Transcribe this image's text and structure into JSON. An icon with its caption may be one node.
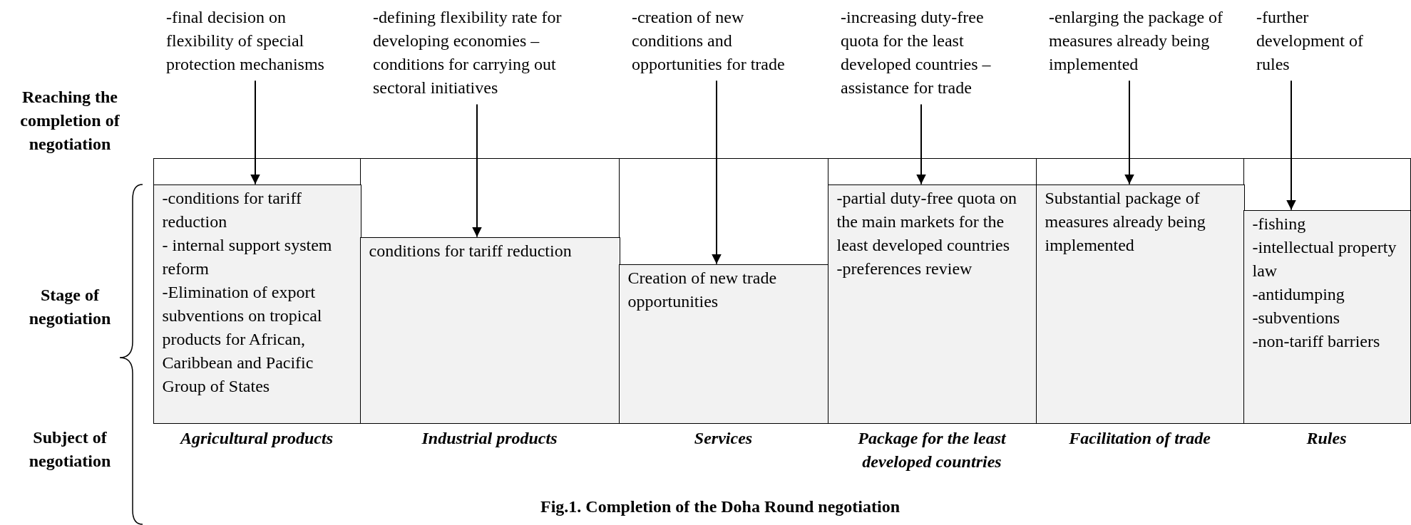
{
  "diagram": {
    "caption": "Fig.1. Completion of the Doha Round negotiation",
    "nodes": [
      {
        "text": [
          "-final decision on flexibility of special protection mechanisms"
        ]
      },
      {
        "text": [
          "-defining flexibility rate for developing economies – conditions for carrying out sectoral initiatives"
        ]
      },
      {
        "text": [
          "-creation of new conditions and opportunities for trade"
        ]
      },
      {
        "text": [
          "-increasing duty-free quota for the least developed countries – assistance for trade"
        ]
      },
      {
        "text": [
          "-enlarging the package of measures already being implemented"
        ]
      },
      {
        "text": [
          "-further development of rules"
        ]
      },
      {
        "text": [],
        "shape": "box",
        "beside": [
          "Agricultural products"
        ]
      },
      {
        "text": [
          "-conditions for tariff reduction",
          "- internal support system reform",
          "-Elimination of export subventions on tropical products for African, Caribbean and Pacific Group of States"
        ],
        "in": 6
      },
      {
        "text": [],
        "shape": "box",
        "beside": [
          "Industrial products"
        ]
      },
      {
        "text": [
          "conditions for tariff reduction"
        ],
        "in": 8
      },
      {
        "text": [],
        "shape": "box",
        "beside": [
          "Services"
        ]
      },
      {
        "text": [
          "Creation of new trade opportunities"
        ],
        "in": 10
      },
      {
        "text": [],
        "shape": "box",
        "beside": [
          "Package for the least developed countries"
        ]
      },
      {
        "text": [
          "-partial duty-free quota on the main markets for the least developed countries",
          "-preferences review"
        ],
        "in": 12
      },
      {
        "text": [],
        "shape": "box",
        "beside": [
          "Facilitation of trade"
        ]
      },
      {
        "text": [
          "Substantial package of measures already being implemented"
        ],
        "in": 14
      },
      {
        "text": [],
        "shape": "box",
        "beside": [
          "Rules"
        ]
      },
      {
        "text": [
          "-fishing",
          "-intellectual property law",
          "-antidumping",
          "-subventions",
          "-non-tariff barriers"
        ],
        "in": 16
      }
    ],
    "edges": [
      {
        "from": 0,
        "to": 7,
        "arrow": "to"
      },
      {
        "from": 1,
        "to": 9,
        "arrow": "to"
      },
      {
        "from": 2,
        "to": 11,
        "arrow": "to"
      },
      {
        "from": 3,
        "to": 13,
        "arrow": "to"
      },
      {
        "from": 4,
        "to": 15,
        "arrow": "to"
      },
      {
        "from": 5,
        "to": 17,
        "arrow": "to"
      }
    ],
    "labels": [
      "Reaching the completion of negotiation",
      "Stage of negotiation",
      "Subject of negotiation"
    ]
  }
}
